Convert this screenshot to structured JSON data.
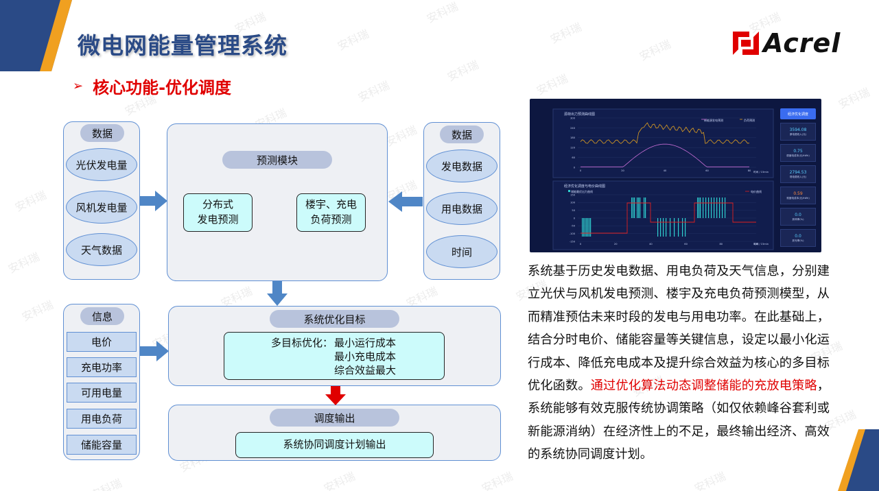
{
  "header": {
    "title": "微电网能量管理系统",
    "logo_text": "Acrel",
    "subtitle": "核心功能-优化调度",
    "subtitle_bullet": "➢"
  },
  "watermark_text": "安科瑞",
  "left_panel": {
    "title": "数据",
    "items": [
      "光伏发电量",
      "风机发电量",
      "天气数据"
    ]
  },
  "forecast_panel": {
    "title": "预测模块",
    "box_left": [
      "分布式",
      "发电预测"
    ],
    "box_right": [
      "楼宇、充电",
      "负荷预测"
    ]
  },
  "right_panel": {
    "title": "数据",
    "items": [
      "发电数据",
      "用电数据",
      "时间"
    ]
  },
  "info_panel": {
    "title": "信息",
    "items": [
      "电价",
      "充电功率",
      "可用电量",
      "用电负荷",
      "储能容量"
    ]
  },
  "objective_panel": {
    "title": "系统优化目标",
    "label": "多目标优化：",
    "goals": [
      "最小运行成本",
      "最小充电成本",
      "综合效益最大"
    ]
  },
  "output_panel": {
    "title": "调度输出",
    "box": "系统协同调度计划输出"
  },
  "dashboard": {
    "top_chart_title": "源荷出力预测曲线图",
    "top_legend": [
      "新能源发电预测",
      "负荷预测"
    ],
    "top_y_ticks": [
      "300",
      "240",
      "180",
      "120",
      "60",
      "0"
    ],
    "top_x_ticks": [
      "0",
      "20",
      "40",
      "60",
      "80"
    ],
    "top_x_unit": "时间 / 15min",
    "bottom_chart_title": "经济优化调度与电价曲线图",
    "bottom_legend": [
      "储能最优出力曲线",
      "电价曲线"
    ],
    "bottom_y_ticks": [
      "150",
      "100",
      "50",
      "0",
      "-50",
      "-100",
      "-150"
    ],
    "bottom_x_ticks": [
      "0",
      "20",
      "40",
      "60",
      "80",
      "100"
    ],
    "bottom_x_unit": "时间 / 15min",
    "side_button": "经济优化调度",
    "side_stats": [
      {
        "value": "3594.08",
        "label": "原电费收入(元)"
      },
      {
        "value": "0.75",
        "label": "原度电成本(元/kWh)"
      },
      {
        "value": "2794.53",
        "label": "现电费收入(元)"
      },
      {
        "value": "0.59",
        "label": "现度电成本(元/kWh)"
      },
      {
        "value": "0.0",
        "label": "弃风率(%)"
      },
      {
        "value": "0.0",
        "label": "弃光率(%)"
      }
    ],
    "colors": {
      "bg": "#0d1740",
      "pv_line": "#c86ed6",
      "load_line": "#e0a020",
      "bar": "#2fd0d0",
      "price_line": "#e02020",
      "stat_value_blue": "#5ad0ff",
      "stat_value_orange": "#ff8a3a"
    }
  },
  "description": {
    "part1": "系统基于历史发电数据、用电负荷及天气信息，分别建立光伏与风机发电预测、楼宇及充电负荷预测模型，从而精准预估未来时段的发电与用电功率。在此基础上，结合分时电价、储能容量等关键信息，设定以最小化运行成本、降低充电成本及提升综合效益为核心的多目标优化函数。",
    "highlight": "通过优化算法动态调整储能的充放电策略",
    "part2": "，系统能够有效克服传统协调策略（如仅依赖峰谷套利或新能源消纳）在经济性上的不足，最终输出经济、高效的系统协同调度计划。"
  },
  "colors": {
    "title": "#2a4a86",
    "accent_red": "#e00000",
    "panel_border": "#5f8fd3",
    "panel_fill": "#eef0f4",
    "pill_fill": "#b8c3dc",
    "ellipse_fill": "#c9daf1",
    "cyan_box": "#ccfbfb",
    "arrow_blue": "#4f86c6",
    "arrow_red": "#e00000"
  }
}
